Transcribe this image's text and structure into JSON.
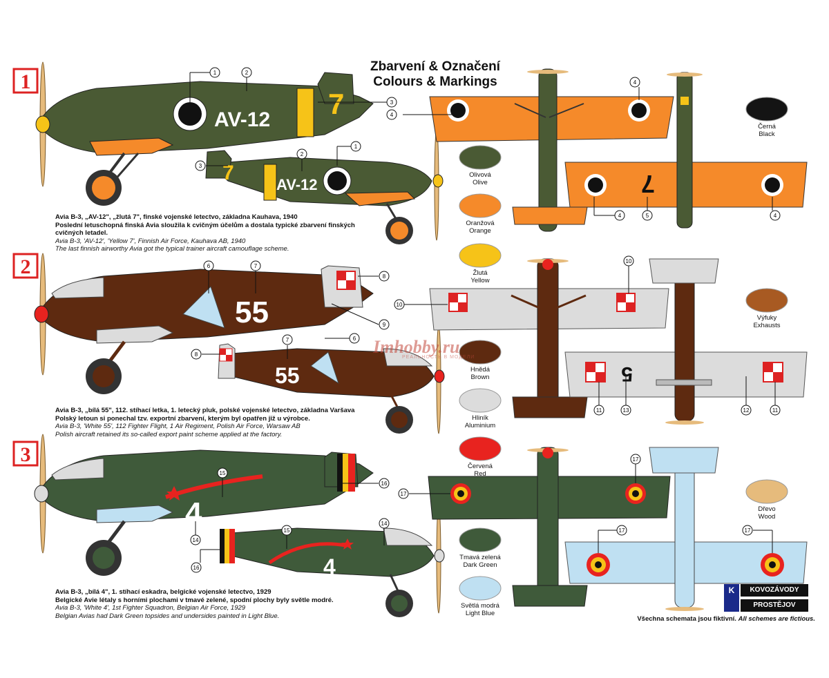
{
  "title": {
    "line1": "Zbarvení & Označení",
    "line2": "Colours & Markings"
  },
  "schemes": [
    {
      "number": "1",
      "code": "AV-12",
      "tail": "7",
      "caption_cz1": "Avia B-3, „AV-12\", „žlutá 7\", finské vojenské letectvo, základna Kauhava, 1940",
      "caption_cz2": "Poslední letuschopná finská Avia sloužila k cvičným účelům a dostala typické zbarvení finských cvičných letadel.",
      "caption_en1": "Avia B-3, 'AV-12', 'Yellow 7', Finnish Air Force, Kauhava AB, 1940",
      "caption_en2": "The last finnish airworthy Avia got the typical trainer aircraft  camouflage scheme."
    },
    {
      "number": "2",
      "code": "55",
      "tail": "5",
      "caption_cz1": "Avia B-3, „bílá 55\", 112. stíhací letka, 1. letecký pluk, polské vojenské letectvo, základna Varšava",
      "caption_cz2": "Polský letoun si ponechal tzv. exportní zbarvení, kterým byl opatřen již u výrobce.",
      "caption_en1": "Avia B-3, 'White 55', 112 Fighter Flight, 1 Air Regiment, Polish Air Force, Warsaw AB",
      "caption_en2": "Polish aircraft retained its so-called export paint scheme applied at the factory."
    },
    {
      "number": "3",
      "code": "4",
      "tail": "",
      "caption_cz1": "Avia B-3, „bílá 4\", 1. stíhací eskadra, belgické vojenské letectvo, 1929",
      "caption_cz2": "Belgické Avie létaly s horními plochami v tmavé zelené, spodní plochy byly světle modré.",
      "caption_en1": "Avia B-3, 'White 4', 1st Fighter Squadron, Belgian Air Force, 1929",
      "caption_en2": "Belgian Avias had Dark Green topsides and undersides painted in Light Blue."
    }
  ],
  "swatches": [
    {
      "cz": "Černá",
      "en": "Black",
      "color": "#141414"
    },
    {
      "cz": "Olivová",
      "en": "Olive",
      "color": "#4a5a34"
    },
    {
      "cz": "Oranžová",
      "en": "Orange",
      "color": "#f58a2a"
    },
    {
      "cz": "Žlutá",
      "en": "Yellow",
      "color": "#f6c318"
    },
    {
      "cz": "Výfuky",
      "en": "Exhausts",
      "color": "#a85a22"
    },
    {
      "cz": "Hnědá",
      "en": "Brown",
      "color": "#5e2a10"
    },
    {
      "cz": "Hliník",
      "en": "Aluminium",
      "color": "#dcdcdc"
    },
    {
      "cz": "Červená",
      "en": "Red",
      "color": "#e8231f"
    },
    {
      "cz": "Dřevo",
      "en": "Wood",
      "color": "#e6bb7c"
    },
    {
      "cz": "Tmavá zelená",
      "en": "Dark Green",
      "color": "#3f5a3a"
    },
    {
      "cz": "Světlá modrá",
      "en": "Light Blue",
      "color": "#bfe0f2"
    }
  ],
  "callouts": [
    "1",
    "2",
    "3",
    "4",
    "5",
    "6",
    "7",
    "8",
    "9",
    "10",
    "11",
    "12",
    "13",
    "14",
    "15",
    "16",
    "17"
  ],
  "footer": {
    "cz": "Všechna schemata jsou fiktivní.",
    "en": "All schemes are fictious."
  },
  "brand": {
    "logo": "K",
    "line1": "KOVOZÁVODY",
    "line2": "PROSTĚJOV"
  },
  "watermark": {
    "name": "Imhobby.ru",
    "sub": "РЕАЛЬНОСТЬ В МОДЕЛИ"
  }
}
